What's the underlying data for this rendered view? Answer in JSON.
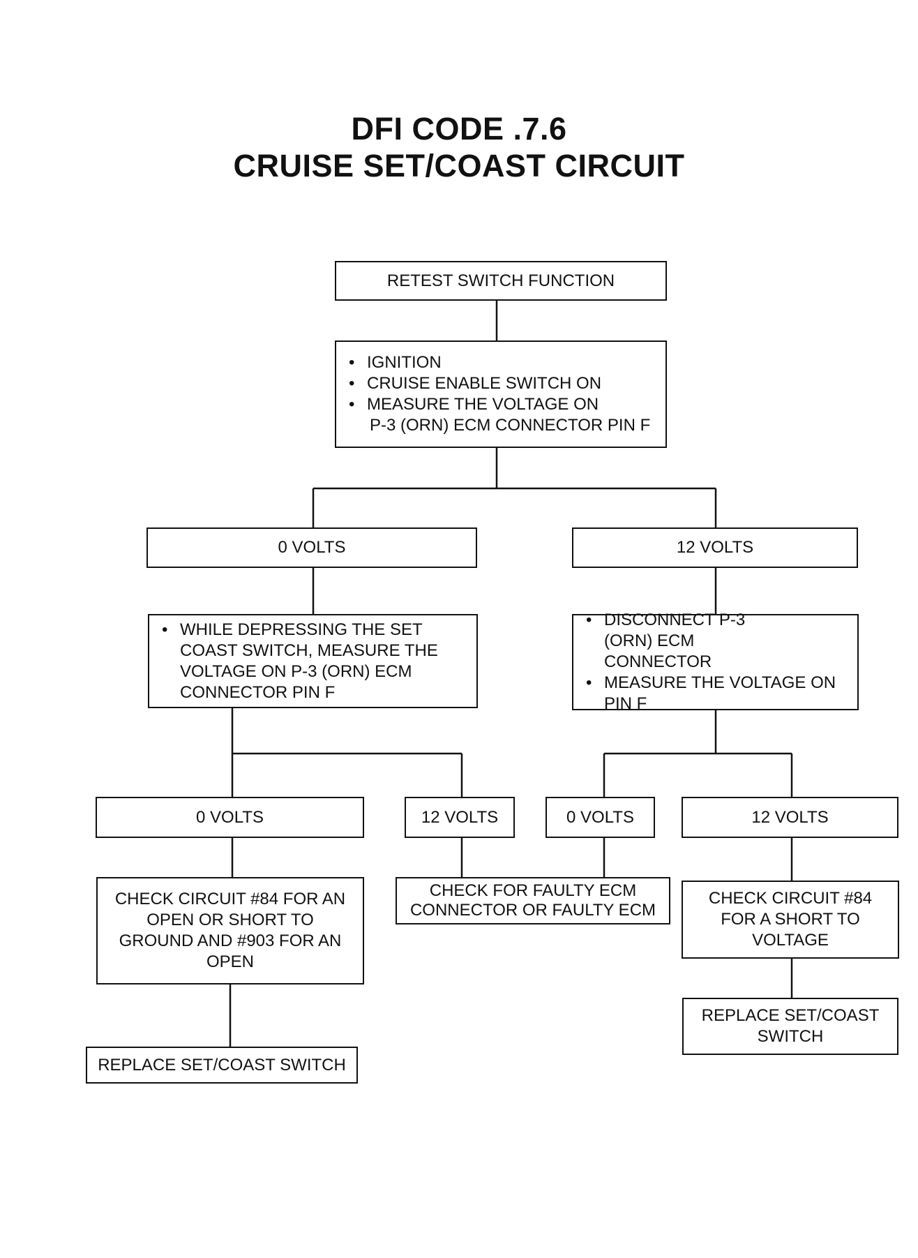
{
  "title": {
    "line1": "DFI CODE .7.6",
    "line2": "CRUISE SET/COAST CIRCUIT"
  },
  "nodes": {
    "retest": "RETEST SWITCH FUNCTION",
    "step1": {
      "items": [
        "IGNITION",
        "CRUISE ENABLE SWITCH ON",
        "MEASURE THE VOLTAGE ON"
      ],
      "continuation": "P-3 (ORN) ECM CONNECTOR PIN F"
    },
    "zero_volts_1": "0 VOLTS",
    "twelve_volts_1": "12 VOLTS",
    "step_left": {
      "items": [
        "WHILE DEPRESSING THE SET COAST SWITCH, MEASURE THE VOLTAGE ON P-3 (ORN) ECM CONNECTOR PIN F"
      ]
    },
    "step_right": {
      "items": [
        "DISCONNECT P-3 (ORN) ECM CONNECTOR",
        "MEASURE THE VOLTAGE ON PIN F"
      ]
    },
    "zero_volts_2": "0 VOLTS",
    "twelve_volts_2": "12 VOLTS",
    "zero_volts_3": "0 VOLTS",
    "twelve_volts_3": "12 VOLTS",
    "check_84_903": "CHECK CIRCUIT #84 FOR AN OPEN OR SHORT TO GROUND AND #903 FOR AN OPEN",
    "check_ecm": "CHECK FOR FAULTY ECM CONNECTOR OR FAULTY ECM",
    "check_84_short": "CHECK CIRCUIT #84 FOR A SHORT TO VOLTAGE",
    "replace_left": "REPLACE SET/COAST SWITCH",
    "replace_right": "REPLACE SET/COAST SWITCH"
  }
}
